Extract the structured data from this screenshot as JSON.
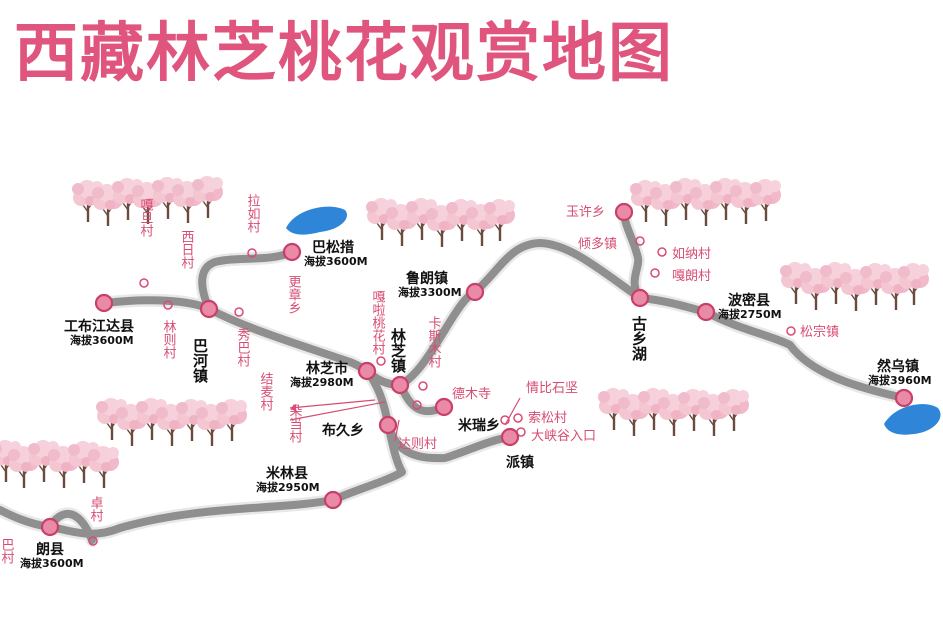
{
  "title": "西藏林芝桃花观赏地图",
  "colors": {
    "title": "#e0557e",
    "road": "#8f8f8f",
    "road_edge": "#e8e8e8",
    "node_fill": "#e98aa6",
    "node_stroke": "#c8406a",
    "village_text": "#d84c73",
    "lake": "#2f86d8",
    "tree_trunk": "#6b4b3e",
    "blossom": "#f4c6d2"
  },
  "towns": {
    "gongbujiangda": {
      "name": "工布江达县",
      "altitude": "海拔3600M"
    },
    "bahe": {
      "name": "巴河镇"
    },
    "basongcuo": {
      "name": "巴松措",
      "altitude": "海拔3600M"
    },
    "linzhishi": {
      "name": "林芝市",
      "altitude": "海拔2980M"
    },
    "linzhizhen": {
      "name": "林芝镇"
    },
    "lulang": {
      "name": "鲁朗镇",
      "altitude": "海拔3300M"
    },
    "miruixiang": {
      "name": "米瑞乡"
    },
    "bujiuxiang": {
      "name": "布久乡"
    },
    "paizhen": {
      "name": "派镇"
    },
    "milin": {
      "name": "米林县",
      "altitude": "海拔2950M"
    },
    "langxian": {
      "name": "朗县",
      "altitude": "海拔3600M"
    },
    "guxiang": {
      "name": "古乡湖"
    },
    "bomi": {
      "name": "波密县",
      "altitude": "海拔2750M"
    },
    "ranwu": {
      "name": "然乌镇",
      "altitude": "海拔3960M"
    }
  },
  "villages": {
    "gadan": "嘎旦村",
    "xiri": "西日村",
    "linze": "林则村",
    "laru": "拉如村",
    "gengzhang": "更章乡",
    "xiuba": "秀巴村",
    "jiemai": "结麦村",
    "duodang": "朵当村",
    "galataohua": "嘎啦桃花村",
    "kasimu": "卡斯木村",
    "demusi": "德木寺",
    "qingbishijian": "情比石坚",
    "suosong": "索松村",
    "daxiagu": "大峡谷入口",
    "dazecun": "达则村",
    "zhuocun": "卓村",
    "bagecun": "巴村",
    "yuxu": "玉许乡",
    "qingduo": "倾多镇",
    "runa": "如纳村",
    "galang": "嘎朗村",
    "songzong": "松宗镇"
  }
}
